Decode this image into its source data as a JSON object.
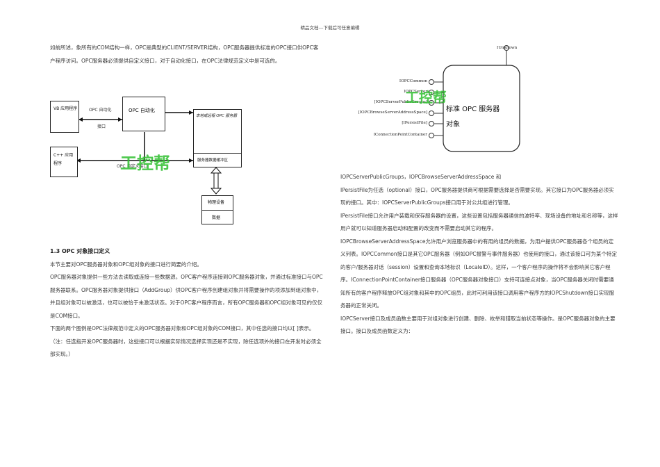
{
  "header": "精品文档---下载后可任意编辑",
  "left_top": {
    "paragraph": "如前所述，象所有的COM结构一样，OPC是典型的CLIENT/SERVER结构，OPC服务器提供标准的OPC接口供OPC客户程序访问。OPC服务器必须提供自定义接口，对于自动化接口，在OPC法律规范定义中是可选的。"
  },
  "diagram1": {
    "vb_app": "VB 应用程序",
    "opc_auto": "OPC 自动化",
    "opc_auto_iface": "OPC 自动化",
    "iface_label": "接口",
    "cpp_app": "C++ 应用程序",
    "opc_custom_iface": "OPC 自定义接口",
    "server_title": "本地或远程 OPC 服务器",
    "server_buffer": "服务器数据缓冲区",
    "physical_device": "物理设备",
    "data": "数据",
    "watermark": "工控帮"
  },
  "diagram2": {
    "iunknown": "IUnknown",
    "interfaces": [
      "IOPCCommon",
      "IOPCServer",
      "[IOPCServerPublicGroups]",
      "[IOPCBrowseServerAddressSpace]",
      "[IPersistFile]",
      "IConnectionPointContainer"
    ],
    "object_line1": "标准 OPC 服务器",
    "object_line2": "对象",
    "watermark": "工控帮"
  },
  "left_bottom": {
    "section_title": "1.3 OPC 对象接口定义",
    "paragraphs": [
      "本节主要对OPC服务器对象和OPC组对象的接口进行简要的介绍。",
      "OPC服务器对象提供一些方法去读取或连接一些数据源。OPC客户程序连接到OPC服务器对象，并通过标准接口与OPC服务器联系。OPC服务器对象提供接口（AddGroup）供OPC客户程序创建组对象并将需要操作的项添加到组对象中，并且组对象可以被激活，也可以被恰于未激活状态。对于OPC客户程序而言，所有OPC服务器和OPC组对象可见的仅仅是COM接口。",
      "下面的两个图例是OPC法律规范中定义的OPC服务器对象和OPC组对象的COM接口，其中任选的接口均以[ ]表示。（注：任选指开发OPC服务器时，这些接口可以根据实际情况选择实现还是不实现，除任选项外的接口在开发时必须全部实现。）"
    ]
  },
  "right_text": {
    "paragraphs": [
      "IOPCServerPublicGroups，IOPCBrowseServerAddressSpace 和",
      "IPersistFile为任选（optional）接口，OPC服务器提供商可根据需要选择是否需要实现。其它接口为OPC服务器必须实现的接口。其中：IOPCServerPublicGroups接口用于对公共组进行管理。",
      "IPersistFile接口允许用户装载和保存服务器的设置，这些设置包括服务器通信的波特率、现场设备的地址和名称等，这样用户就可以知道服务器启动和配置的改变而不需要启动其它的程序。",
      "IOPCBrowseServerAddressSpace允许用户浏览服务器中的有用的组员的数据，为用户提供OPC服务器各个组员的定义列表。IOPCCommon接口是其它OPC服务器（例如OPC报警与事件服务器）也使用的接口，通过该接口可为某个特定的客户/服务器对话（session）设置和查询本地标识（LocaleID）。这样，一个客户程序的操作将不会影响其它客户程序。IConnectionPointContainer接口服务器（OPC服务器对象接口）支持可连接点对象，当OPC服务器关闭时需要通知所有的客户程序释放OPC组对象和其中的OPC组员，此时可利用该接口调用客户程序方的IOPCShutdown接口实现服务器的正常关闭。",
      "IOPCServer接口及成员函数主要用于对组对象进行创建、删除、枚举和猎取当前状态等操作。是OPC服务器对象的主要接口。接口及成员函数定义为："
    ]
  }
}
